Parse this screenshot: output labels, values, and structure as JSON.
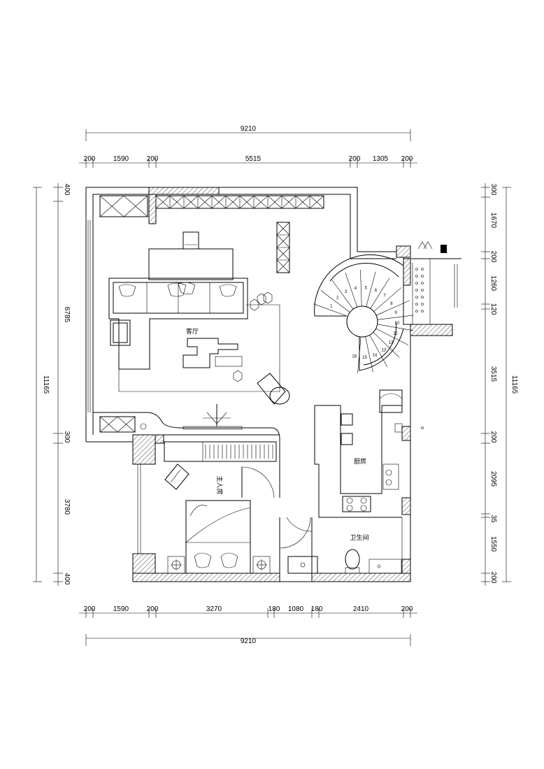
{
  "dimensions": {
    "top_total": "9210",
    "top_segments": [
      "200",
      "1590",
      "200",
      "5515",
      "200",
      "1305",
      "200"
    ],
    "bottom_segments": [
      "200",
      "1590",
      "200",
      "3270",
      "180",
      "1080",
      "180",
      "2410",
      "200"
    ],
    "bottom_total": "9210",
    "left_total": "11165",
    "left_segments": [
      "400",
      "6785",
      "300",
      "3780",
      "400"
    ],
    "right_total": "11165",
    "right_segments": [
      "300",
      "1670",
      "200",
      "1260",
      "120",
      "3515",
      "200",
      "2095",
      "35",
      "1550",
      "200"
    ]
  },
  "rooms": {
    "living": "客厅",
    "kitchen": "厨房",
    "master_bedroom": "主人房",
    "bathroom": "卫生间"
  },
  "stair_numbers": [
    "1",
    "2",
    "3",
    "4",
    "5",
    "6",
    "7",
    "8",
    "9",
    "10",
    "11",
    "12",
    "13",
    "14",
    "15",
    "16"
  ]
}
